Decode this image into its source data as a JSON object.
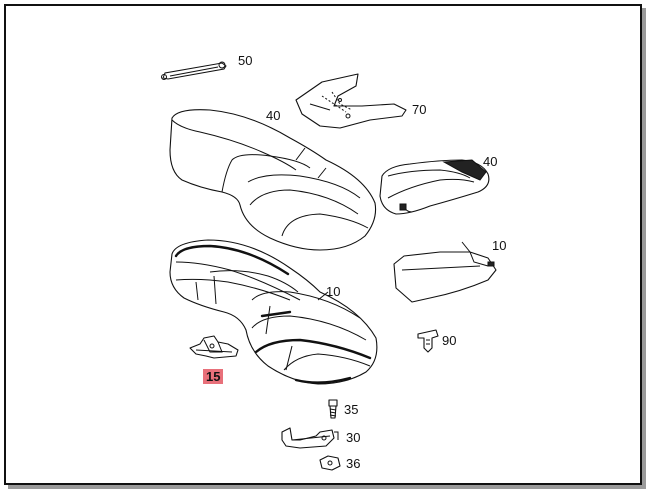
{
  "diagram": {
    "labels": {
      "p50": "50",
      "p40_cushion": "40",
      "p70": "70",
      "p40_back": "40",
      "p10_pad": "10",
      "p10_seat": "10",
      "p90": "90",
      "p15": "15",
      "p35": "35",
      "p30": "30",
      "p36": "36"
    },
    "highlight_color": "#e8707a",
    "line_color": "#111111"
  }
}
